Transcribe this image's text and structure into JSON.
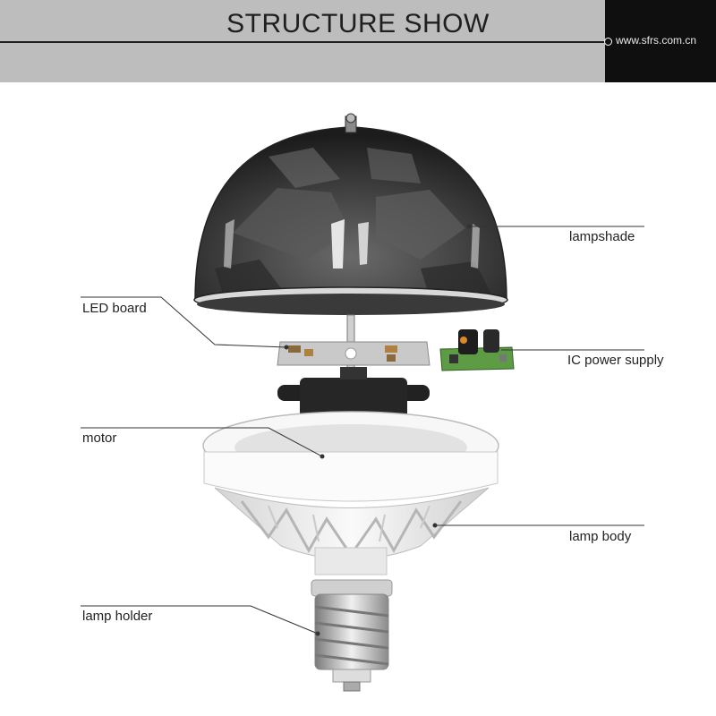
{
  "header": {
    "title": "STRUCTURE SHOW",
    "url": "www.sfrs.com.cn"
  },
  "labels": {
    "lampshade": "lampshade",
    "led_board": "LED board",
    "ic_power_supply": "IC power supply",
    "motor": "motor",
    "lamp_body": "lamp body",
    "lamp_holder": "lamp holder"
  },
  "colors": {
    "header_bg": "#bdbdbd",
    "header_dark": "#0f0f0f",
    "dome": "#3a3a3a",
    "pcb_green": "#4f8a3c",
    "body_white": "#f2f2f2"
  }
}
